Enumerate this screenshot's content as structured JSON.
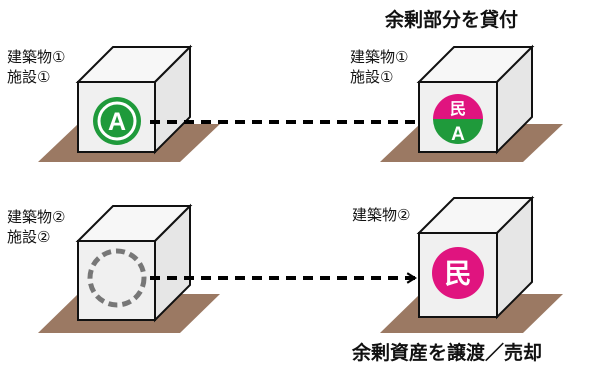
{
  "top_right_title": "余剰部分を貸付",
  "bottom_right_title": "余剰資産を譲渡／売却",
  "row1": {
    "left_label_line1": "建築物①",
    "left_label_line2": "施設①",
    "right_label_line1": "建築物①",
    "right_label_line2": "施設①",
    "left_badge_letter": "A",
    "right_badge_top": "民",
    "right_badge_bottom": "A"
  },
  "row2": {
    "left_label_line1": "建築物②",
    "left_label_line2": "施設②",
    "right_label_line1": "建築物②",
    "right_badge": "民"
  },
  "colors": {
    "public_green": "#1f9a3b",
    "private_magenta": "#e0147f",
    "ground_brown": "#9b7963",
    "cube_front": "#f0f0f0",
    "cube_top": "#f7f7f7",
    "cube_side": "#e6e6e6",
    "empty_circle_dash": "#777777"
  }
}
